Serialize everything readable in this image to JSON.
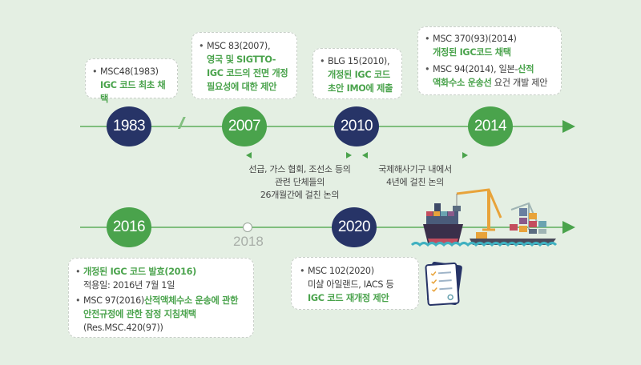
{
  "timeline_top": {
    "nodes": [
      {
        "year": "1983",
        "color": "navy"
      },
      {
        "year": "2007",
        "color": "green"
      },
      {
        "year": "2010",
        "color": "navy"
      },
      {
        "year": "2014",
        "color": "green"
      }
    ],
    "break_mark": "//",
    "cards": {
      "c1983": {
        "line1": "MSC48(1983)",
        "line2": "IGC 코드 최초 채택"
      },
      "c2007": {
        "line1": "MSC 83(2007),",
        "line2": "영국 및  SIGTTO-",
        "line3": "IGC 코드의 전면 개정",
        "line4": "필요성에 대한 제안"
      },
      "c2010": {
        "line1": "BLG 15(2010),",
        "line2": "개정된 IGC 코드",
        "line3": "초안 IMO에 제출"
      },
      "c2014": {
        "item1_line1": "MSC 370(93)(2014)",
        "item1_line2": "개정된 IGC코드 채택",
        "item2_plain": "MSC 94(2014), 일본-",
        "item2_green1": "산적",
        "item2_green2": "액화수소 운송선",
        "item2_plain2": " 요건 개발 제안"
      }
    },
    "notes": {
      "left": {
        "line1": "선급, 가스 협회, 조선소 등의",
        "line2": "관련 단체들의",
        "line3": "26개월간에 걸친 논의"
      },
      "right": {
        "line1": "국제해사기구 내에서",
        "line2": "4년에 걸친 논의"
      }
    }
  },
  "timeline_bottom": {
    "nodes": [
      {
        "year": "2016",
        "color": "green"
      },
      {
        "year": "2020",
        "color": "navy"
      }
    ],
    "minor_node": {
      "year": "2018"
    },
    "cards": {
      "c2016": {
        "item1_green": "개정된 IGC 코드 발효(2016)",
        "item1_sub": "적용일: 2016년 7월 1일",
        "item2_plain": "MSC 97(2016)",
        "item2_green_a": "산적액체수소 운송에 관한",
        "item2_green_b": "안전규정에 관한 잠정 지침채택",
        "item2_ref": "(Res.MSC.420(97))"
      },
      "c2020": {
        "line1": "MSC 102(2020)",
        "line2": "미샬 아일랜드, IACS 등",
        "line3": "IGC 코드 재개정 제안"
      }
    }
  },
  "colors": {
    "background": "#e4efe3",
    "navy": "#273467",
    "green": "#4aa34c",
    "line": "#7fbe7d"
  }
}
